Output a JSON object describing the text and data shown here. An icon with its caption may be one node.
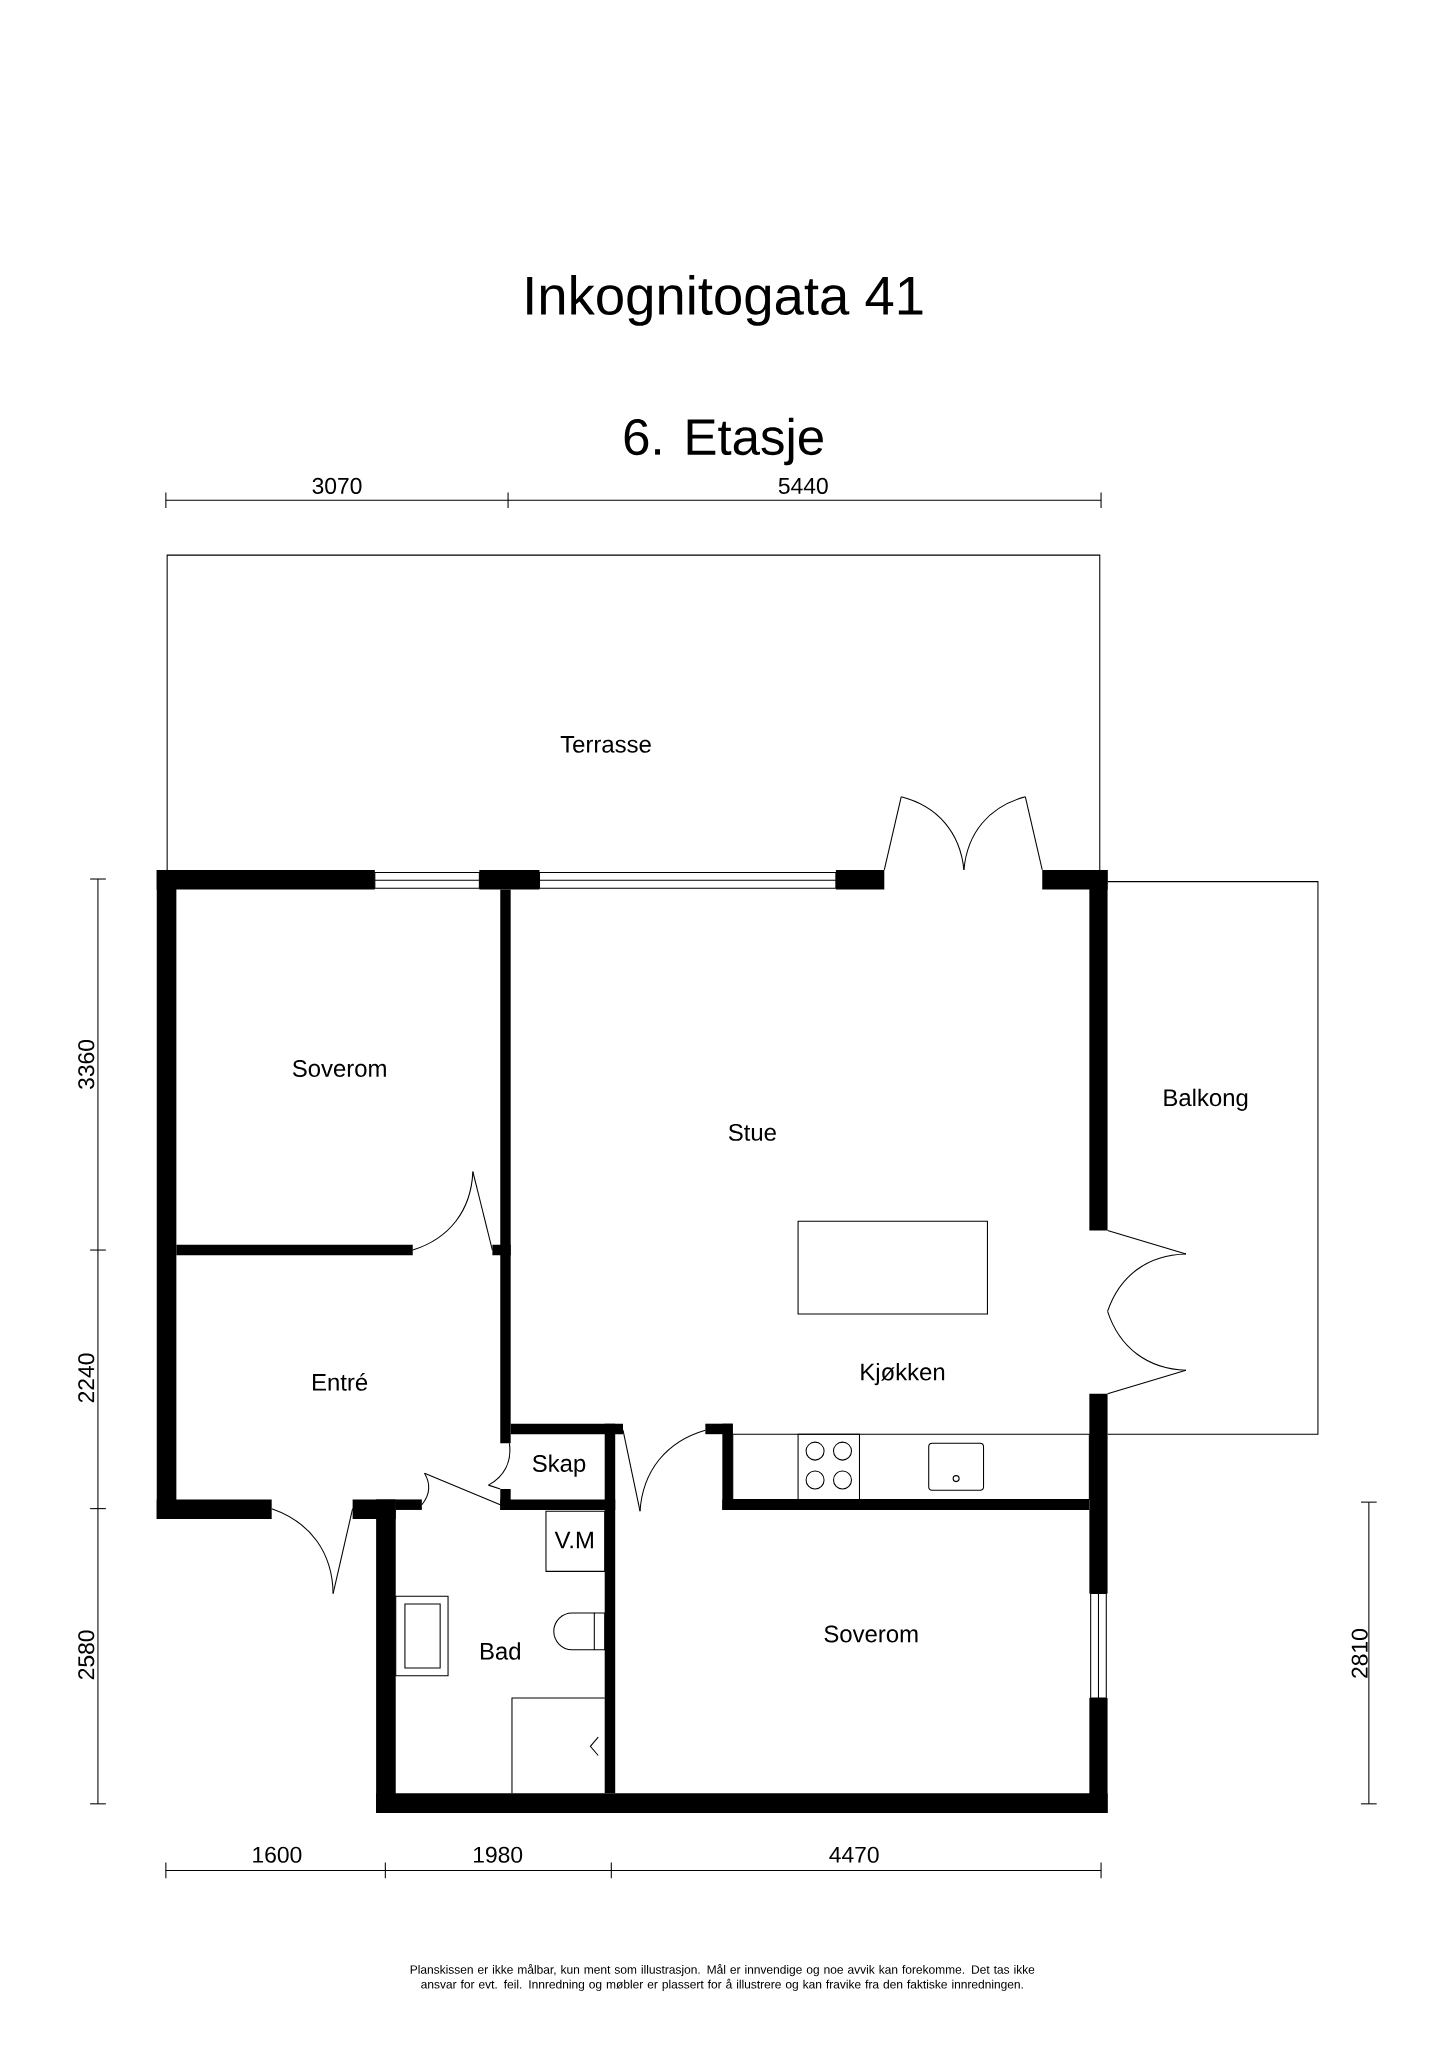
{
  "diagram": {
    "title": "Inkognitogata 41",
    "caption": "Planskissen er ikke målbar, kun ment som illustrasjon. Mål er innvendige og noe avvik kan forekomme. Det tas ikke ansvar for evt. feil. Innredning og møbler er plassert for å illustrere og kan fravike fra den faktiske innredningen.",
    "labels": [
      "6. Etasje",
      "3070",
      "5440",
      "Terrasse",
      "3360",
      "Soverom",
      "Balkong",
      "Stue",
      "2240",
      "Entré",
      "Kjøkken",
      "Skap",
      "V.M",
      "2580",
      "2810",
      "Bad",
      "Soverom",
      "1600",
      "1980",
      "4470"
    ]
  }
}
